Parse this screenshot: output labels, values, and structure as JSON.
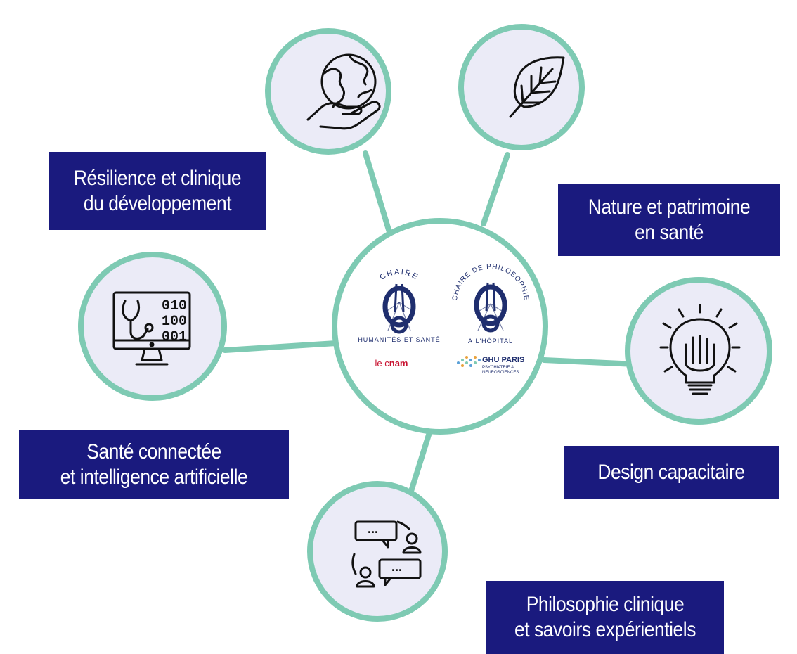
{
  "colors": {
    "ring": "#7ecab3",
    "circle_fill": "#ebebf7",
    "label_bg": "#1a1a7e",
    "label_text": "#ffffff",
    "logo_navy": "#1f2e6e",
    "logo_red": "#c8102e"
  },
  "center": {
    "logo_left": {
      "arc_text": "CHAIRE",
      "side_text": "HUMANITÉS ET SANTÉ",
      "brand_pre": "le ",
      "brand_c": "c",
      "brand_nam": "nam"
    },
    "logo_right": {
      "arc_text": "CHAIRE DE PHILOSOPHIE",
      "bottom_text": "À L'HÔPITAL",
      "brand": "GHU PARIS",
      "brand_sub1": "PSYCHIATRIE &",
      "brand_sub2": "NEUROSCIENCES"
    }
  },
  "nodes": [
    {
      "id": "resilience",
      "icon": "globe-in-hand-icon",
      "label_lines": [
        "Résilience et clinique",
        "du développement"
      ]
    },
    {
      "id": "nature",
      "icon": "leaf-icon",
      "label_lines": [
        "Nature et patrimoine",
        "en santé"
      ]
    },
    {
      "id": "sante-connectee",
      "icon": "monitor-stethoscope-icon",
      "label_lines": [
        "Santé connectée",
        "et intelligence artificielle"
      ],
      "binary": [
        "010",
        "100",
        "001"
      ]
    },
    {
      "id": "design",
      "icon": "lightbulb-fist-icon",
      "label_lines": [
        "Design capacitaire"
      ]
    },
    {
      "id": "philosophie",
      "icon": "conversation-icon",
      "label_lines": [
        "Philosophie clinique",
        "et savoirs expérientiels"
      ],
      "bubble_text": "..."
    }
  ]
}
